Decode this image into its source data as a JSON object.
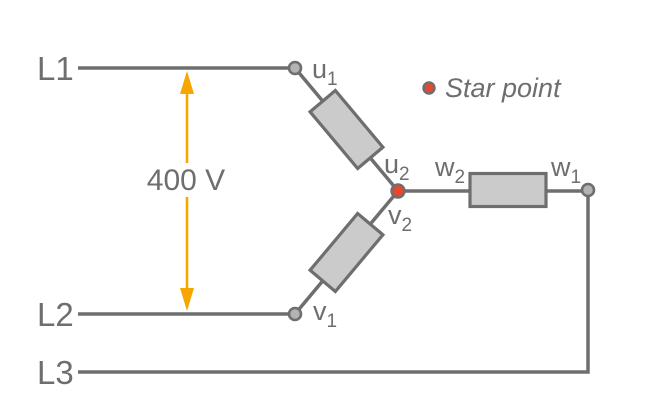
{
  "diagram": {
    "type": "three-phase star connection circuit",
    "line_labels": {
      "l1": "L1",
      "l2": "L2",
      "l3": "L3"
    },
    "voltage": "400 V",
    "legend": {
      "label": "Star point"
    },
    "terminals": {
      "u1": {
        "main": "u",
        "sub": "1"
      },
      "u2": {
        "main": "u",
        "sub": "2"
      },
      "v1": {
        "main": "v",
        "sub": "1"
      },
      "v2": {
        "main": "v",
        "sub": "2"
      },
      "w1": {
        "main": "w",
        "sub": "1"
      },
      "w2": {
        "main": "w",
        "sub": "2"
      }
    }
  },
  "colors": {
    "wire": "#6e6e6e",
    "text": "#6e6e6e",
    "winding-fill": "#cbcbcb",
    "terminal-fill": "#b3b3b3",
    "accent-orange": "#f7a600",
    "star-red": "#e2492f"
  }
}
